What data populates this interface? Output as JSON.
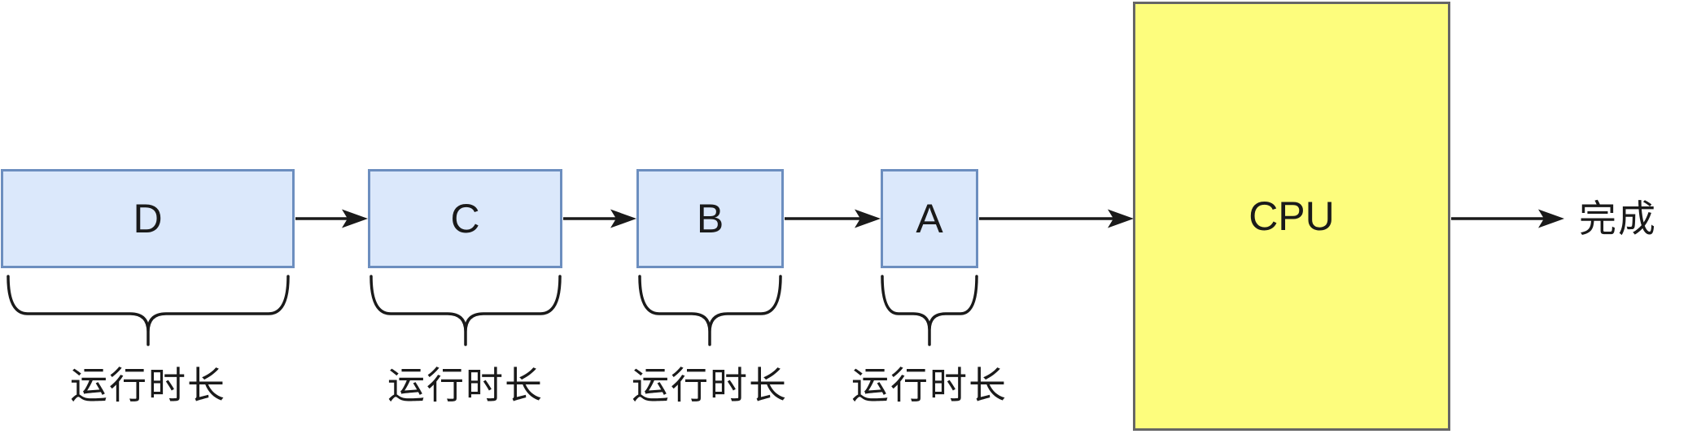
{
  "diagram": {
    "title_hint": "process queue feeding a CPU",
    "queue": [
      {
        "id": "D",
        "label": "D",
        "duration_label": "运行时长"
      },
      {
        "id": "C",
        "label": "C",
        "duration_label": "运行时长"
      },
      {
        "id": "B",
        "label": "B",
        "duration_label": "运行时长"
      },
      {
        "id": "A",
        "label": "A",
        "duration_label": "运行时长"
      }
    ],
    "cpu": {
      "label": "CPU"
    },
    "done": {
      "label": "完成"
    },
    "colors": {
      "task_fill": "#dbe8fb",
      "task_border": "#6c8ebf",
      "cpu_fill": "#fdfd7d",
      "cpu_border": "#666666",
      "line": "#1a1a1a",
      "text": "#1a1a1a"
    }
  }
}
